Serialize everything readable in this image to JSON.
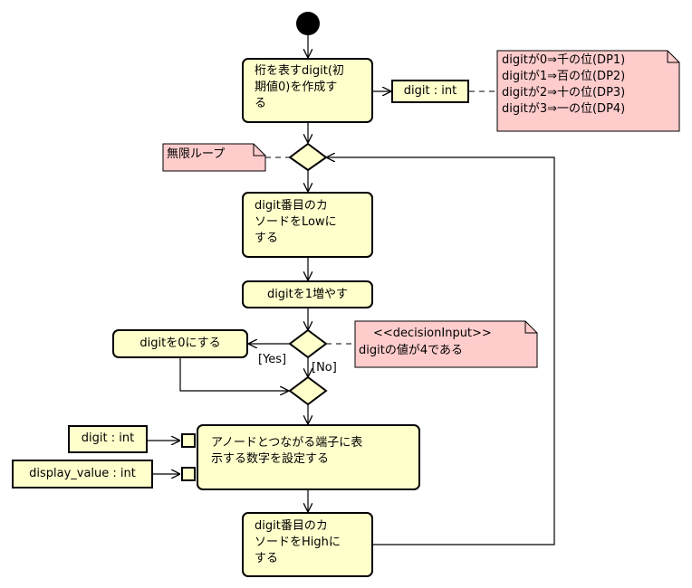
{
  "diagram": {
    "actions": {
      "create_digit": "桁を表すdigit(初\n期値0)を作成す\nる",
      "cathode_low": "digit番目のカ\nソードをLowに\nする",
      "increment": "digitを1増やす",
      "reset_digit": "digitを0にする",
      "set_display": "アノードとつながる端子に表\n示する数字を設定する",
      "cathode_high": "digit番目のカ\nソードをHighに\nする"
    },
    "objects": {
      "digit_output": "digit : int",
      "digit_input": "digit : int",
      "display_value_input": "display_value : int"
    },
    "notes": {
      "digit_mapping": "digitが0⇒千の位(DP1)\ndigitが1⇒百の位(DP2)\ndigitが2⇒十の位(DP3)\ndigitが3⇒一の位(DP4)",
      "infinite_loop": "無限ループ",
      "decision_stereotype": "<<decisionInput>>",
      "decision_condition": "digitの値が4である"
    },
    "guards": {
      "yes": "[Yes]",
      "no": "[No]"
    },
    "colors": {
      "action_fill": "#ffffcc",
      "note_fill": "#ffcccc",
      "stroke": "#000000"
    }
  }
}
